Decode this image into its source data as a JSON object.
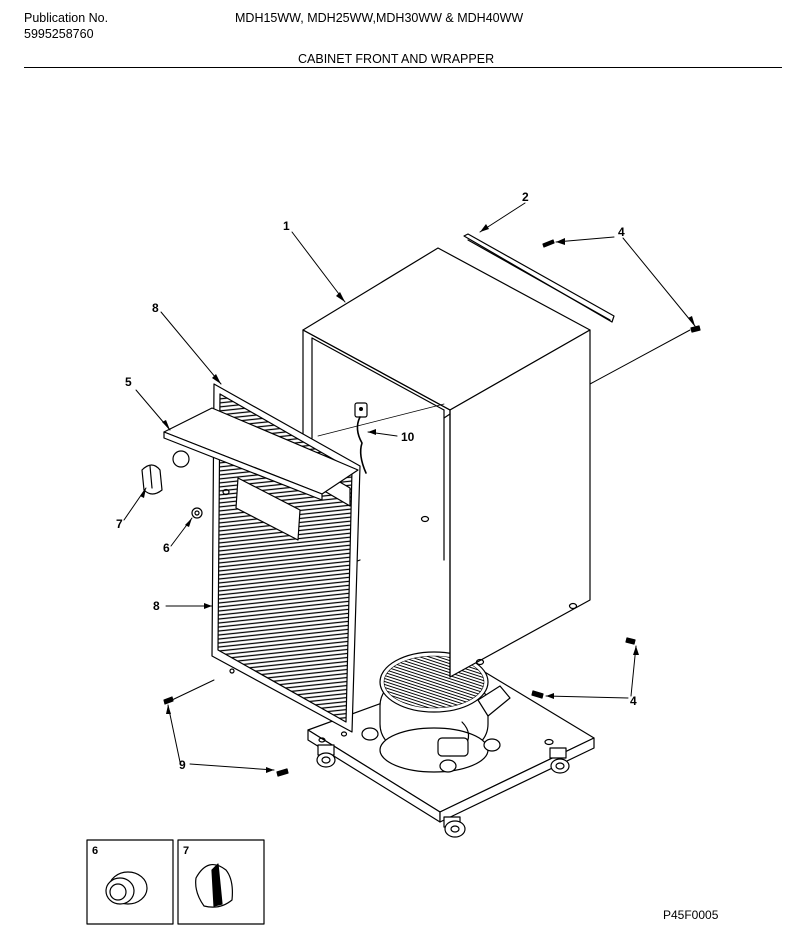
{
  "header": {
    "publication_label": "Publication No.",
    "publication_number": "5995258760",
    "models": "MDH15WW, MDH25WW,MDH30WW & MDH40WW",
    "section_title": "CABINET FRONT AND WRAPPER"
  },
  "callouts": [
    "1",
    "2",
    "4",
    "8",
    "5",
    "10",
    "7",
    "6",
    "8",
    "4",
    "9"
  ],
  "inset_labels": [
    "6",
    "7"
  ],
  "figure_code": "P45F0005"
}
